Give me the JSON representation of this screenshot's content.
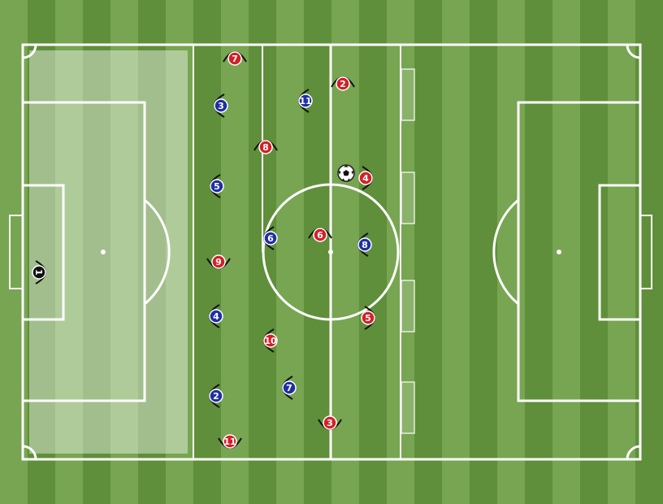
{
  "colors": {
    "stripe_light": "#77a552",
    "stripe_dark": "#5f8f3a",
    "lines": "#ffffff",
    "team_red": "#d31f26",
    "team_blue": "#1f2fa5",
    "goalkeeper": "#111111",
    "zone_highlight": "rgba(255,255,255,0.42)"
  },
  "ball_icon": "soccer-ball-icon",
  "players": [
    {
      "team": "gk",
      "number": "1",
      "facing": "east"
    },
    {
      "team": "red",
      "number": "7",
      "facing": "north"
    },
    {
      "team": "red",
      "number": "2",
      "facing": "north"
    },
    {
      "team": "red",
      "number": "8",
      "facing": "north"
    },
    {
      "team": "red",
      "number": "4",
      "facing": "east"
    },
    {
      "team": "red",
      "number": "6",
      "facing": "north"
    },
    {
      "team": "red",
      "number": "9",
      "facing": "south"
    },
    {
      "team": "red",
      "number": "5",
      "facing": "east"
    },
    {
      "team": "red",
      "number": "10",
      "facing": "west"
    },
    {
      "team": "red",
      "number": "3",
      "facing": "south"
    },
    {
      "team": "red",
      "number": "11",
      "facing": "south"
    },
    {
      "team": "blue",
      "number": "3",
      "facing": "west"
    },
    {
      "team": "blue",
      "number": "11",
      "facing": "west"
    },
    {
      "team": "blue",
      "number": "5",
      "facing": "west"
    },
    {
      "team": "blue",
      "number": "6",
      "facing": "west"
    },
    {
      "team": "blue",
      "number": "8",
      "facing": "west"
    },
    {
      "team": "blue",
      "number": "4",
      "facing": "west"
    },
    {
      "team": "blue",
      "number": "7",
      "facing": "west"
    },
    {
      "team": "blue",
      "number": "2",
      "facing": "west"
    }
  ]
}
